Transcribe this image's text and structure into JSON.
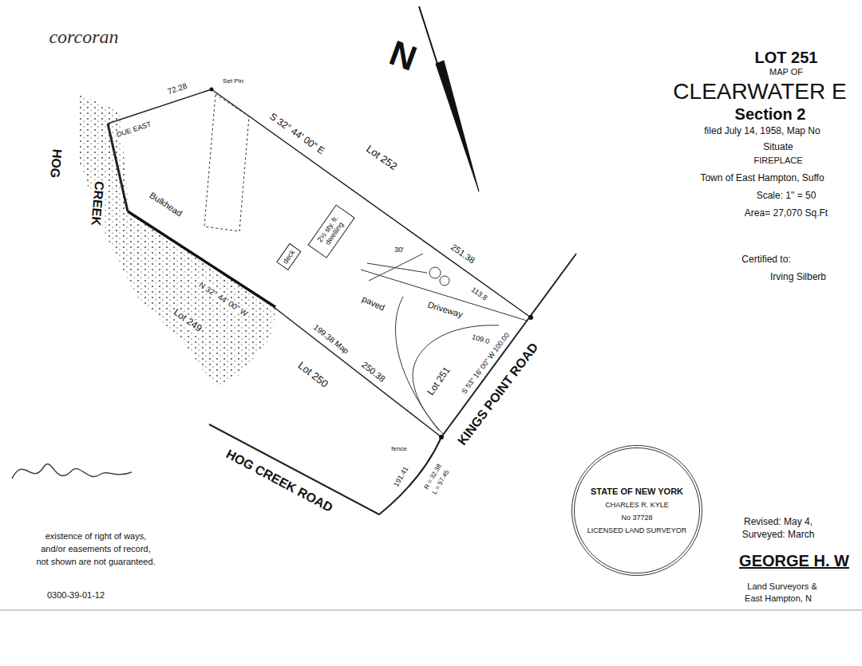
{
  "diagram": {
    "nodes": [
      {
        "text": [
          "deck"
        ]
      },
      {
        "text": [
          "2½ sty. fr. dwelling"
        ]
      },
      {
        "text": [
          "STATE OF NEW YORK",
          "CHARLES R. KYLE",
          "No 37728",
          "LICENSED LAND SURVEYOR"
        ]
      }
    ],
    "labels": [
      "corcoran",
      "LOT 251",
      "MAP OF",
      "CLEARWATER E",
      "Section 2",
      "filed July 14, 1958, Map No",
      "Situate",
      "FIREPLACE",
      "Town of East Hampton, Suffo",
      "Scale: 1\" = 50",
      "Area= 27,070 Sq.Ft",
      "Certified to:",
      "Irving Silberb",
      "N",
      "HOG",
      "CREEK",
      "DUE EAST",
      "72.28",
      "Set Pin",
      "S 32° 44' 00\" E",
      "Lot 252",
      "Bulkhead",
      "N 32° 44' 00\" W",
      "Lot 249",
      "30'",
      "113.8",
      "251.38",
      "paved",
      "Driveway",
      "109.0",
      "199.38 Map",
      "250.38",
      "Lot 250",
      "Lot 251",
      "S 53° 16' 00\" W 100.00",
      "KINGS POINT ROAD",
      "fence",
      "191.41",
      "R = 32.38",
      "L = 57.45",
      "HOG CREEK ROAD",
      "existence of right of ways,",
      "and/or easements of record,",
      "not shown are not guaranteed.",
      "0300-39-01-12",
      "Revised: May 4,",
      "Surveyed: March",
      "GEORGE H. W",
      "Land Surveyors &",
      "East Hampton, N"
    ]
  }
}
